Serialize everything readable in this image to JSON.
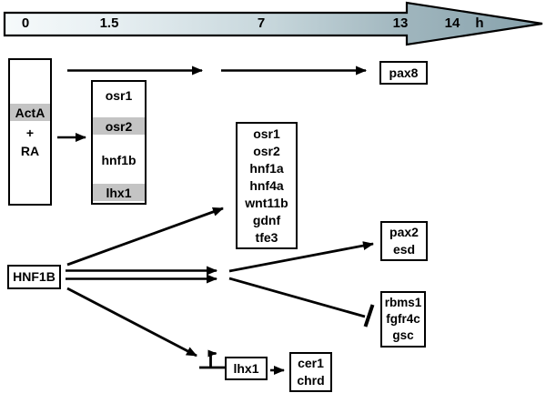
{
  "colors": {
    "highlight_gray": "#c4c4c4",
    "timeline_gradient_start": "#f6fafb",
    "timeline_gradient_end": "#86a1ab",
    "line_color": "#000000"
  },
  "timeline": {
    "ticks": [
      "0",
      "1.5",
      "7",
      "13",
      "14",
      "h"
    ]
  },
  "treatment_box": {
    "activator": "ActA",
    "plus": "+",
    "cofactor": "RA"
  },
  "early_genes_box": {
    "genes": [
      "osr1",
      "osr2",
      "hnf1b",
      "lhx1"
    ]
  },
  "pax8_box": {
    "label": "pax8"
  },
  "hnf1b_box": {
    "label": "HNF1B"
  },
  "direct_targets_box": {
    "genes": [
      "osr1",
      "osr2",
      "hnf1a",
      "hnf4a",
      "wnt11b",
      "gdnf",
      "tfe3"
    ]
  },
  "activated_targets_box": {
    "genes": [
      "pax2",
      "esd"
    ]
  },
  "repressed_targets_box": {
    "genes": [
      "rbms1",
      "fgfr4c",
      "gsc"
    ]
  },
  "lhx1_box": {
    "label": "lhx1"
  },
  "secreted_factors_box": {
    "genes": [
      "cer1",
      "chrd"
    ]
  }
}
